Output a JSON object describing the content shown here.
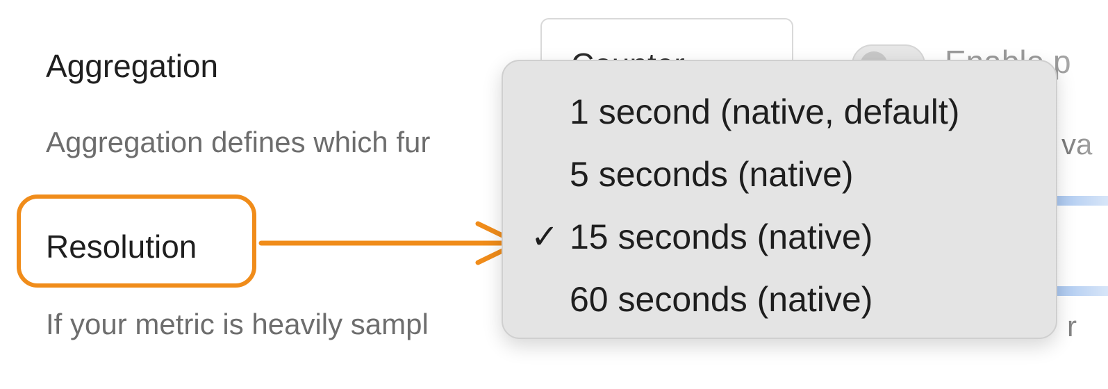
{
  "aggregation": {
    "heading": "Aggregation",
    "description": "Aggregation defines which fur",
    "select_value": "Counter",
    "chevron_icon": "chevron-down-icon",
    "toggle_label": "Enable p",
    "description_tail": "va"
  },
  "resolution": {
    "heading": "Resolution",
    "description": "If your metric is heavily sampl",
    "description_tail": "r"
  },
  "dropdown": {
    "items": [
      {
        "label": "1 second (native, default)",
        "selected": false
      },
      {
        "label": "5 seconds (native)",
        "selected": false
      },
      {
        "label": "15 seconds (native)",
        "selected": true
      },
      {
        "label": "60 seconds (native)",
        "selected": false
      }
    ],
    "check_glyph": "✓"
  },
  "annotation": {
    "color": "#f08c1a"
  }
}
